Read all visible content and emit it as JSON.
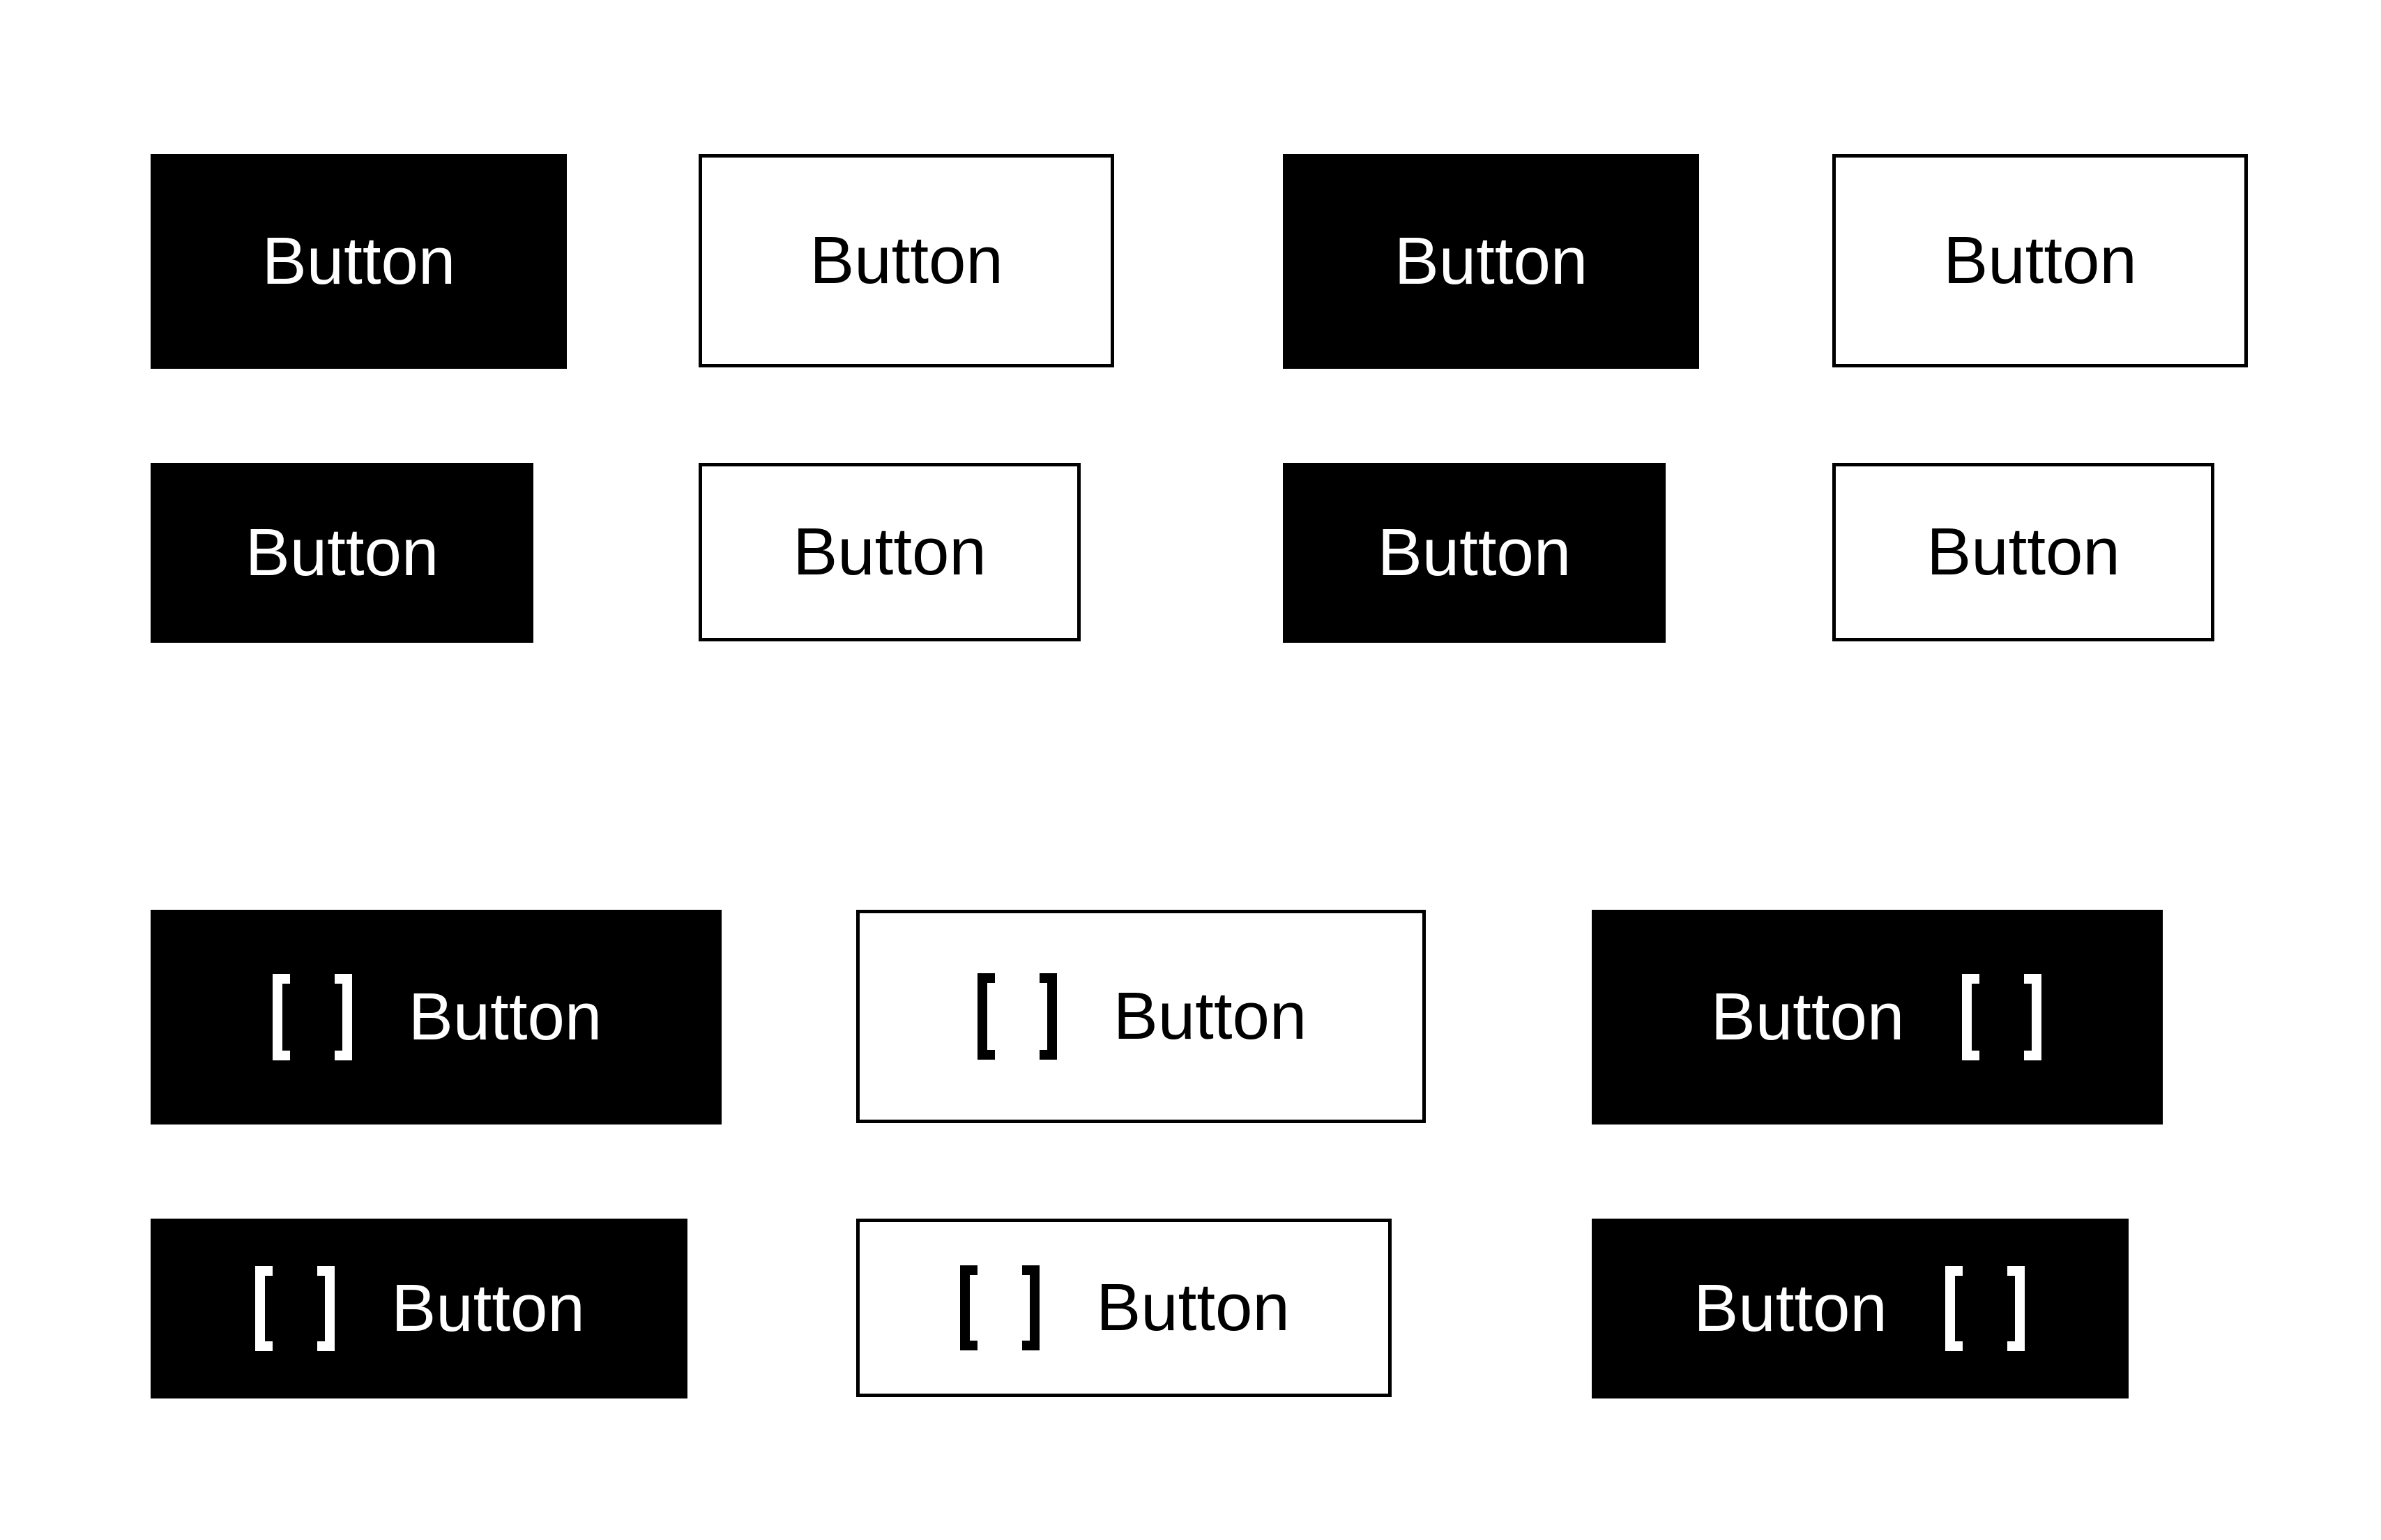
{
  "colors": {
    "background": "#ffffff",
    "primary_bg": "#000000",
    "primary_text": "#ffffff",
    "secondary_bg": "#ffffff",
    "secondary_text": "#000000",
    "secondary_border": "#000000"
  },
  "text_buttons": {
    "large": [
      {
        "label": "Button",
        "variant": "filled"
      },
      {
        "label": "Button",
        "variant": "outlined"
      },
      {
        "label": "Button",
        "variant": "filled"
      },
      {
        "label": "Button",
        "variant": "outlined"
      }
    ],
    "small": [
      {
        "label": "Button",
        "variant": "filled"
      },
      {
        "label": "Button",
        "variant": "outlined"
      },
      {
        "label": "Button",
        "variant": "filled"
      },
      {
        "label": "Button",
        "variant": "outlined"
      }
    ]
  },
  "icon_buttons": {
    "large": [
      {
        "label": "Button",
        "variant": "filled",
        "icon": "bracket-placeholder-icon",
        "icon_position": "leading"
      },
      {
        "label": "Button",
        "variant": "outlined",
        "icon": "bracket-placeholder-icon",
        "icon_position": "leading"
      },
      {
        "label": "Button",
        "variant": "filled",
        "icon": "bracket-placeholder-icon",
        "icon_position": "trailing"
      }
    ],
    "small": [
      {
        "label": "Button",
        "variant": "filled",
        "icon": "bracket-placeholder-icon",
        "icon_position": "leading"
      },
      {
        "label": "Button",
        "variant": "outlined",
        "icon": "bracket-placeholder-icon",
        "icon_position": "leading"
      },
      {
        "label": "Button",
        "variant": "filled",
        "icon": "bracket-placeholder-icon",
        "icon_position": "trailing"
      }
    ]
  }
}
